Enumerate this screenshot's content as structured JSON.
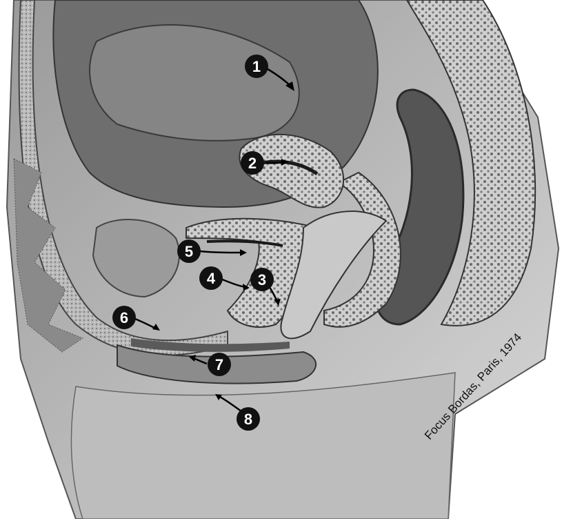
{
  "figure": {
    "markers": [
      "1",
      "2",
      "3",
      "4",
      "5",
      "6",
      "7",
      "8"
    ],
    "credit": "Focus Bordas, Paris, 1974"
  },
  "colors": {
    "marker_fill": "#111111",
    "marker_text": "#ffffff",
    "tissue_light": "#d6d6d6",
    "tissue_mid": "#a8a8a8",
    "tissue_dark": "#4a4a4a",
    "cavity": "#2a2a2a",
    "background": "#ffffff"
  }
}
